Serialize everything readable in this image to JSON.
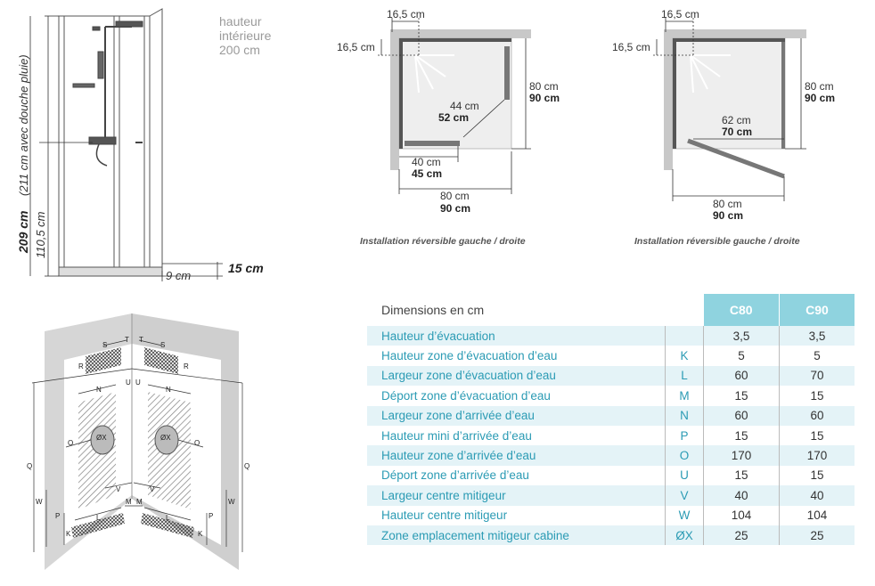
{
  "cabin_elevation": {
    "hauteur_interieure": [
      "hauteur",
      "intérieure",
      "200 cm"
    ],
    "total_height_bold": "209 cm",
    "total_height_italic": "(211 cm avec douche pluie)",
    "mixer_height": "110,5 cm",
    "tray_height": "15 cm",
    "tray_offset": "9 cm"
  },
  "plan_left": {
    "top_offset": "16,5 cm",
    "side_offset": "16,5 cm",
    "depth": [
      "80 cm",
      "90 cm"
    ],
    "diagonal": [
      "44 cm",
      "52 cm"
    ],
    "door_width": [
      "40 cm",
      "45 cm"
    ],
    "width": [
      "80 cm",
      "90 cm"
    ],
    "caption": "Installation réversible gauche / droite"
  },
  "plan_right": {
    "top_offset": "16,5 cm",
    "side_offset": "16,5 cm",
    "depth": [
      "80 cm",
      "90 cm"
    ],
    "door_width": [
      "62 cm",
      "70 cm"
    ],
    "width": [
      "80 cm",
      "90 cm"
    ],
    "caption": "Installation réversible gauche / droite"
  },
  "wall_letters": {
    "S": "S",
    "T": "T",
    "R": "R",
    "N": "N",
    "U": "U",
    "O": "O",
    "OX": "ØX",
    "V": "V",
    "Q": "Q",
    "W": "W",
    "P": "P",
    "L": "L",
    "M": "M",
    "K": "K"
  },
  "table": {
    "header_label": "Dimensions en cm",
    "col1": "C80",
    "col2": "C90",
    "rows": [
      {
        "label": "Hauteur d’évacuation",
        "code": "",
        "c80": "3,5",
        "c90": "3,5"
      },
      {
        "label": "Hauteur zone d’évacuation d’eau",
        "code": "K",
        "c80": "5",
        "c90": "5"
      },
      {
        "label": "Largeur zone d’évacuation d’eau",
        "code": "L",
        "c80": "60",
        "c90": "70"
      },
      {
        "label": "Déport zone d’évacuation d’eau",
        "code": "M",
        "c80": "15",
        "c90": "15"
      },
      {
        "label": "Largeur zone d’arrivée d’eau",
        "code": "N",
        "c80": "60",
        "c90": "60"
      },
      {
        "label": "Hauteur mini d’arrivée d’eau",
        "code": "P",
        "c80": "15",
        "c90": "15"
      },
      {
        "label": "Hauteur zone d’arrivée d’eau",
        "code": "O",
        "c80": "170",
        "c90": "170"
      },
      {
        "label": "Déport zone d’arrivée d’eau",
        "code": "U",
        "c80": "15",
        "c90": "15"
      },
      {
        "label": "Largeur centre mitigeur",
        "code": "V",
        "c80": "40",
        "c90": "40"
      },
      {
        "label": "Hauteur centre mitigeur",
        "code": "W",
        "c80": "104",
        "c90": "104"
      },
      {
        "label": "Zone emplacement mitigeur cabine",
        "code": "ØX",
        "c80": "25",
        "c90": "25"
      }
    ]
  }
}
